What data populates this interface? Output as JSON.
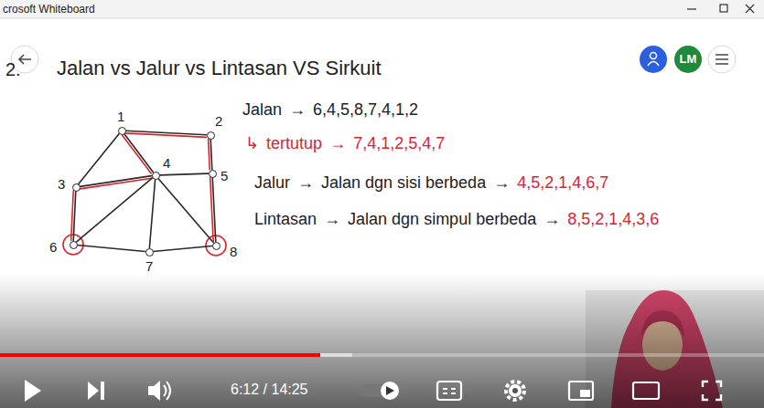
{
  "diagram": {
    "nodes": [
      {
        "text": [
          "1"
        ]
      },
      {
        "text": [
          "2"
        ]
      },
      {
        "text": [
          "3"
        ]
      },
      {
        "text": [
          "4"
        ]
      },
      {
        "text": [
          "5"
        ]
      },
      {
        "text": [
          "6"
        ]
      },
      {
        "text": [
          "7"
        ]
      },
      {
        "text": [
          "8"
        ]
      }
    ],
    "edges": [
      {
        "from": 0,
        "to": 1,
        "arrow": "none"
      },
      {
        "from": 0,
        "to": 2,
        "arrow": "none"
      },
      {
        "from": 0,
        "to": 3,
        "arrow": "none"
      },
      {
        "from": 1,
        "to": 4,
        "arrow": "none"
      },
      {
        "from": 2,
        "to": 3,
        "arrow": "none"
      },
      {
        "from": 3,
        "to": 4,
        "arrow": "none"
      },
      {
        "from": 2,
        "to": 5,
        "arrow": "none"
      },
      {
        "from": 3,
        "to": 5,
        "arrow": "none"
      },
      {
        "from": 3,
        "to": 6,
        "arrow": "none"
      },
      {
        "from": 3,
        "to": 7,
        "arrow": "none"
      },
      {
        "from": 5,
        "to": 6,
        "arrow": "none"
      },
      {
        "from": 6,
        "to": 7,
        "arrow": "none"
      },
      {
        "from": 4,
        "to": 7,
        "arrow": "none"
      }
    ],
    "labels": [
      "crosoft Whiteboard",
      "LM",
      "2.",
      "Jalan vs Jalur vs Lintasan VS Sirkuit",
      "Jalan",
      "→",
      "6,4,5,8,7,4,1,2",
      "↳",
      "tertutup",
      "→",
      "7,4,1,2,5,4,7",
      "Jalur",
      "→",
      "Jalan dgn sisi berbeda",
      "→",
      "4,5,2,1,4,6,7",
      "Lintasan",
      "→",
      "Jalan dgn simpul berbeda",
      "→",
      "8,5,2,1,4,3,6",
      "6:12 / 14:25"
    ]
  }
}
